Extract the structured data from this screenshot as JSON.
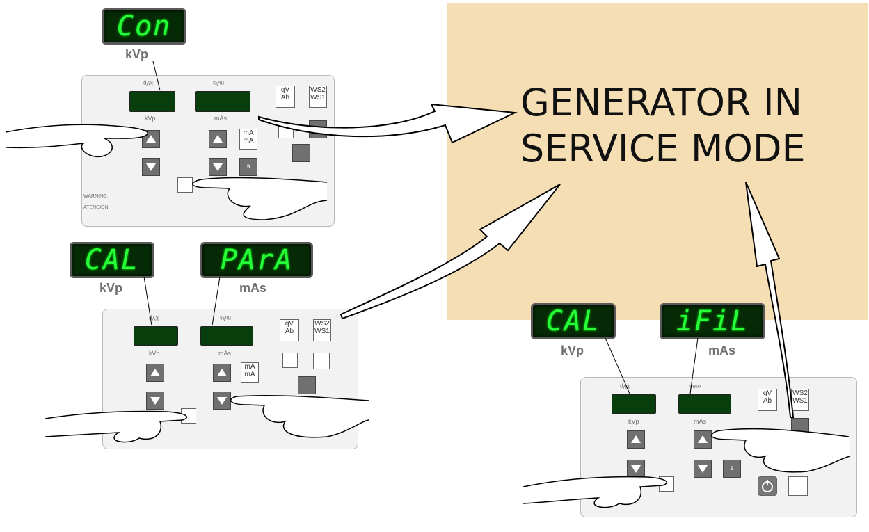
{
  "service_box": {
    "line1": "GENERATOR IN",
    "line2": "SERVICE MODE"
  },
  "displays": {
    "top_kvp": "Con",
    "mid_kvp": "CAL",
    "mid_mas": "PArA",
    "right_kvp": "CAL",
    "right_mas": "iFiL"
  },
  "labels": {
    "kvp": "kVp",
    "mas": "mAs"
  },
  "panel": {
    "kvp": "kVp",
    "mas": "mAs",
    "kvp_flipped": "kVp",
    "mas_flipped": "mAs",
    "ab_top": "qV",
    "ab_bottom": "Ab",
    "ws_top": "WS2",
    "ws_bottom": "WS1",
    "ma_top": "mA",
    "ma_bottom": "mA",
    "s_label": "s",
    "warning_label": "WARNING:",
    "atencion_label": "ATENCION:"
  },
  "colors": {
    "led_green": "#27ff3a",
    "service_bg": "#f5deb3",
    "button_gray": "#707070"
  }
}
